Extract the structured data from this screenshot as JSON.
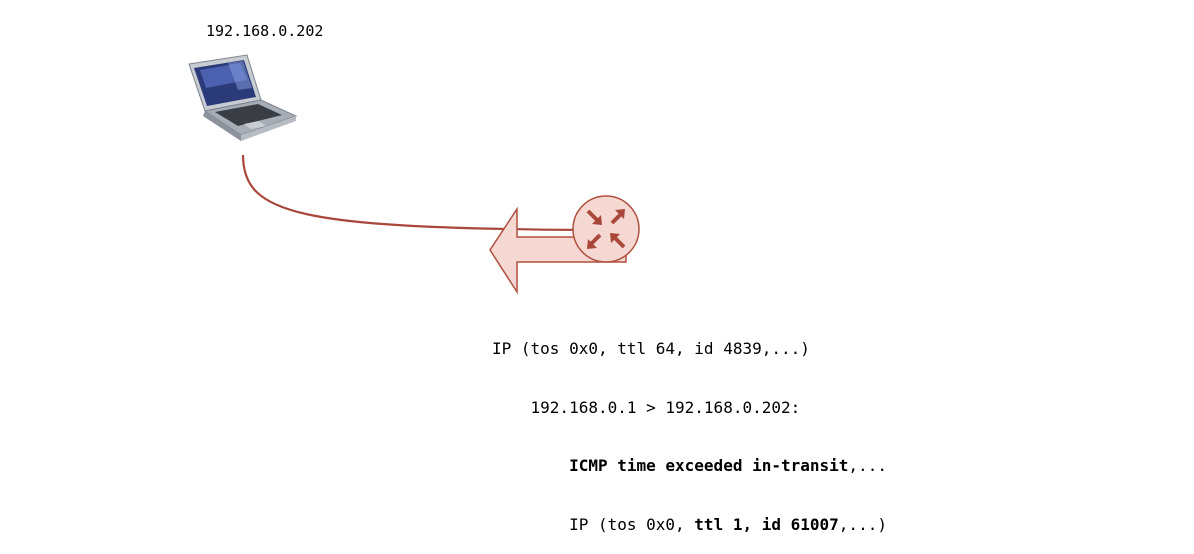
{
  "host": {
    "ip": "192.168.0.202",
    "icon": "laptop-icon"
  },
  "router": {
    "icon": "router-icon"
  },
  "colors": {
    "link": "#a9483a",
    "router_fill": "#f6d8d2",
    "router_stroke": "#b0503f",
    "arrow_fill": "#f6d8d2",
    "arrow_stroke": "#b0503f",
    "router_glyph": "#a9483a"
  },
  "packet": {
    "line1": "IP (tos 0x0, ttl 64, id 4839,...)",
    "line2": "192.168.0.1 > 192.168.0.202:",
    "line3_bold": "ICMP time exceeded in-transit",
    "line3_rest": ",...",
    "line4_prefix": "IP (tos 0x0, ",
    "line4_bold": "ttl 1, id 61007",
    "line4_rest": ",...)"
  }
}
